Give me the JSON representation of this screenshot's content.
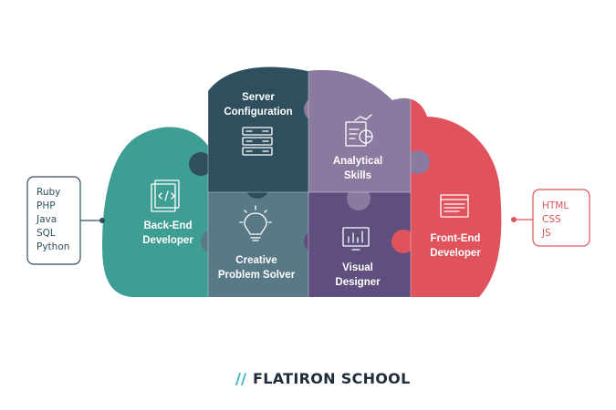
{
  "colors": {
    "teal": "#3f9e93",
    "dark_teal": "#2f4f5e",
    "slate": "#587985",
    "purple_light": "#8a7aa0",
    "purple_dark": "#5e4f7e",
    "red": "#e0535c",
    "list_border_left": "#2f4f5e",
    "list_border_right": "#e0535c",
    "logo_slash": "#2bb3c0",
    "logo_text": "#1f2d3a"
  },
  "pieces": {
    "server_configuration": {
      "line1": "Server",
      "line2": "Configuration",
      "icon": "server-rack-icon"
    },
    "analytical_skills": {
      "line1": "Analytical",
      "line2": "Skills",
      "icon": "analytics-report-icon"
    },
    "back_end_developer": {
      "line1": "Back-End",
      "line2": "Developer",
      "icon": "code-file-icon"
    },
    "creative_problem_solver": {
      "line1": "Creative",
      "line2": "Problem Solver",
      "icon": "lightbulb-icon"
    },
    "visual_designer": {
      "line1": "Visual",
      "line2": "Designer",
      "icon": "bar-chart-monitor-icon"
    },
    "front_end_developer": {
      "line1": "Front-End",
      "line2": "Developer",
      "icon": "browser-window-icon"
    }
  },
  "backend_languages": [
    "Ruby",
    "PHP",
    "Java",
    "SQL",
    "Python"
  ],
  "frontend_languages": [
    "HTML",
    "CSS",
    "JS"
  ],
  "logo": {
    "slashes": "//",
    "name": "FLATIRON SCHOOL"
  }
}
